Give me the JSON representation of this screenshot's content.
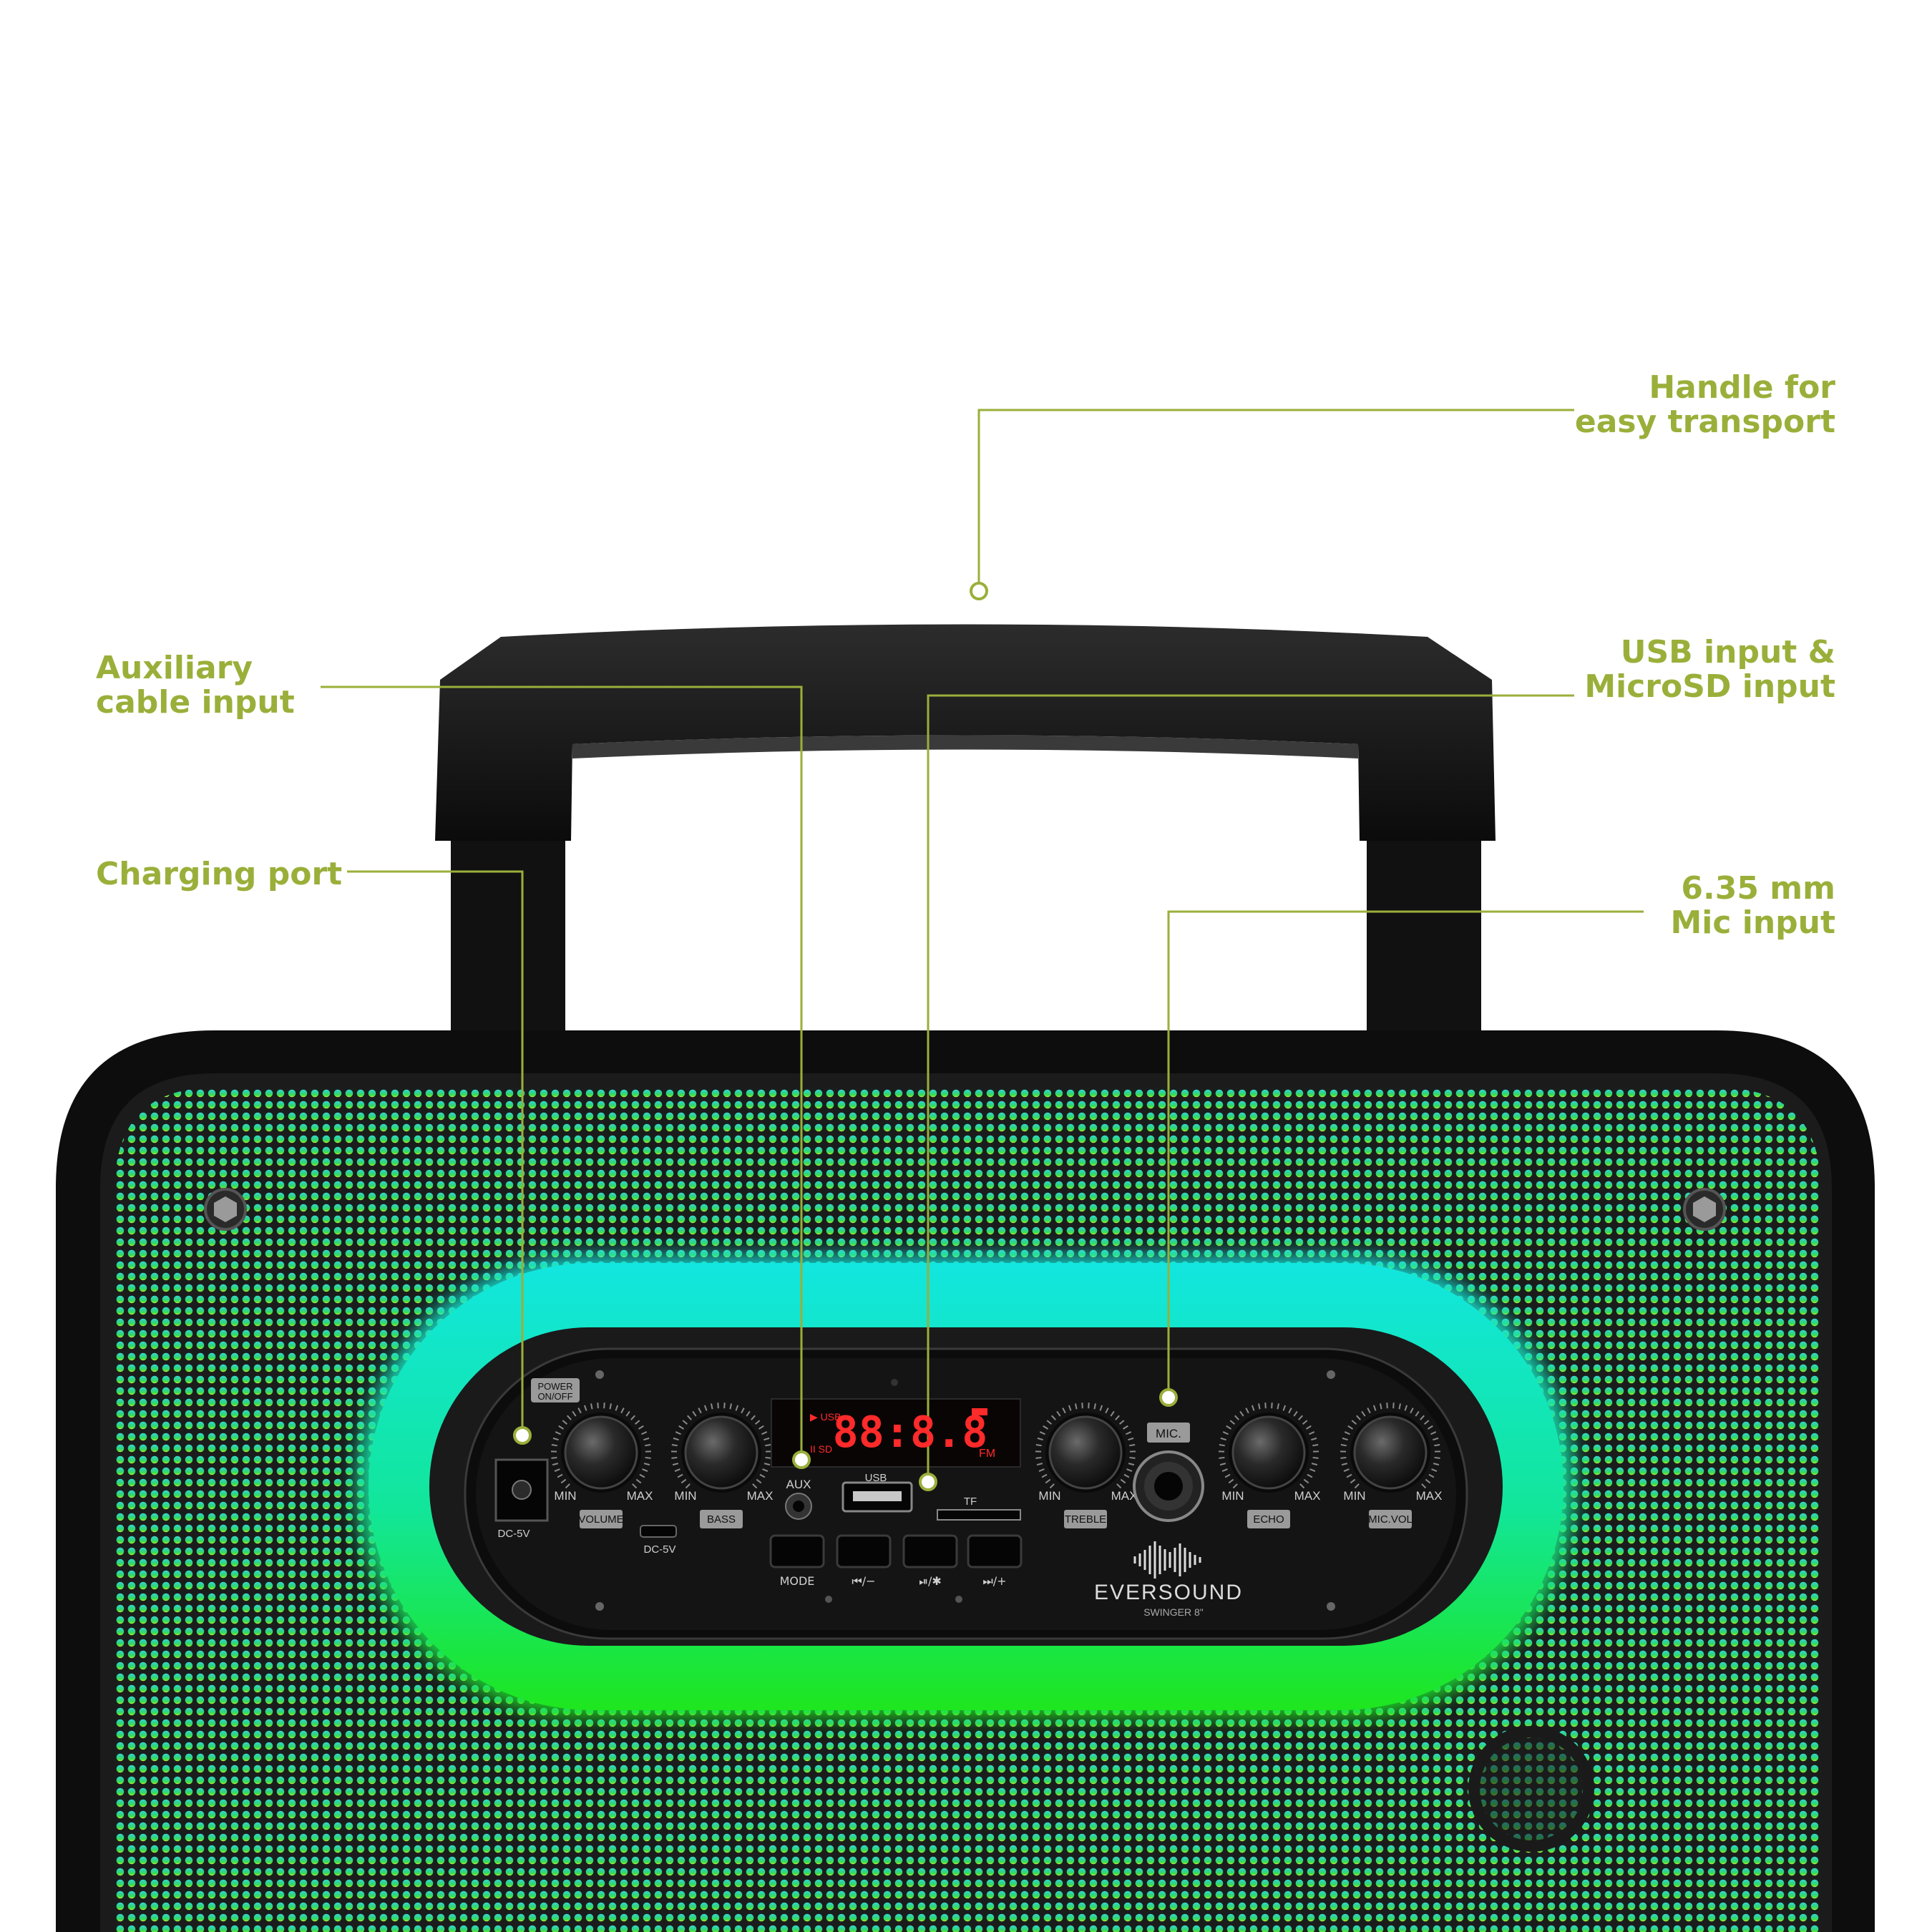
{
  "callouts": {
    "handle": {
      "line1": "Handle for",
      "line2": "easy transport"
    },
    "aux": {
      "line1": "Auxiliary",
      "line2": "cable input"
    },
    "charging": {
      "line1": "Charging port"
    },
    "usb": {
      "line1": "USB input &",
      "line2": "MicroSD input"
    },
    "mic": {
      "line1": "6.35 mm",
      "line2": "Mic input"
    }
  },
  "panel": {
    "power_label": "POWER ON/OFF",
    "power_l1": "POWER",
    "power_l2": "ON/OFF",
    "dc_label": "DC-5V",
    "dc_label2": "DC-5V",
    "aux_label": "AUX",
    "usb_label": "USB",
    "tf_label": "TF",
    "mic_label": "MIC.",
    "min": "MIN",
    "max": "MAX",
    "knobs": [
      "VOLUME",
      "BASS",
      "TREBLE",
      "ECHO",
      "MIC.VOL"
    ],
    "display": {
      "digits": "88:8.8",
      "usb": "▶ USB",
      "sd": "II SD",
      "fm": "FM"
    },
    "buttons": [
      "MODE",
      "⏮/−",
      "⏯/✱",
      "⏭/+"
    ],
    "brand": "EVERSOUND",
    "model": "SWINGER 8\""
  },
  "colors": {
    "accent": "#9aaf3a",
    "glow_top": "#1de8e0",
    "glow_bottom": "#22e62a",
    "body": "#141414",
    "display_red": "#ff2a2a"
  }
}
